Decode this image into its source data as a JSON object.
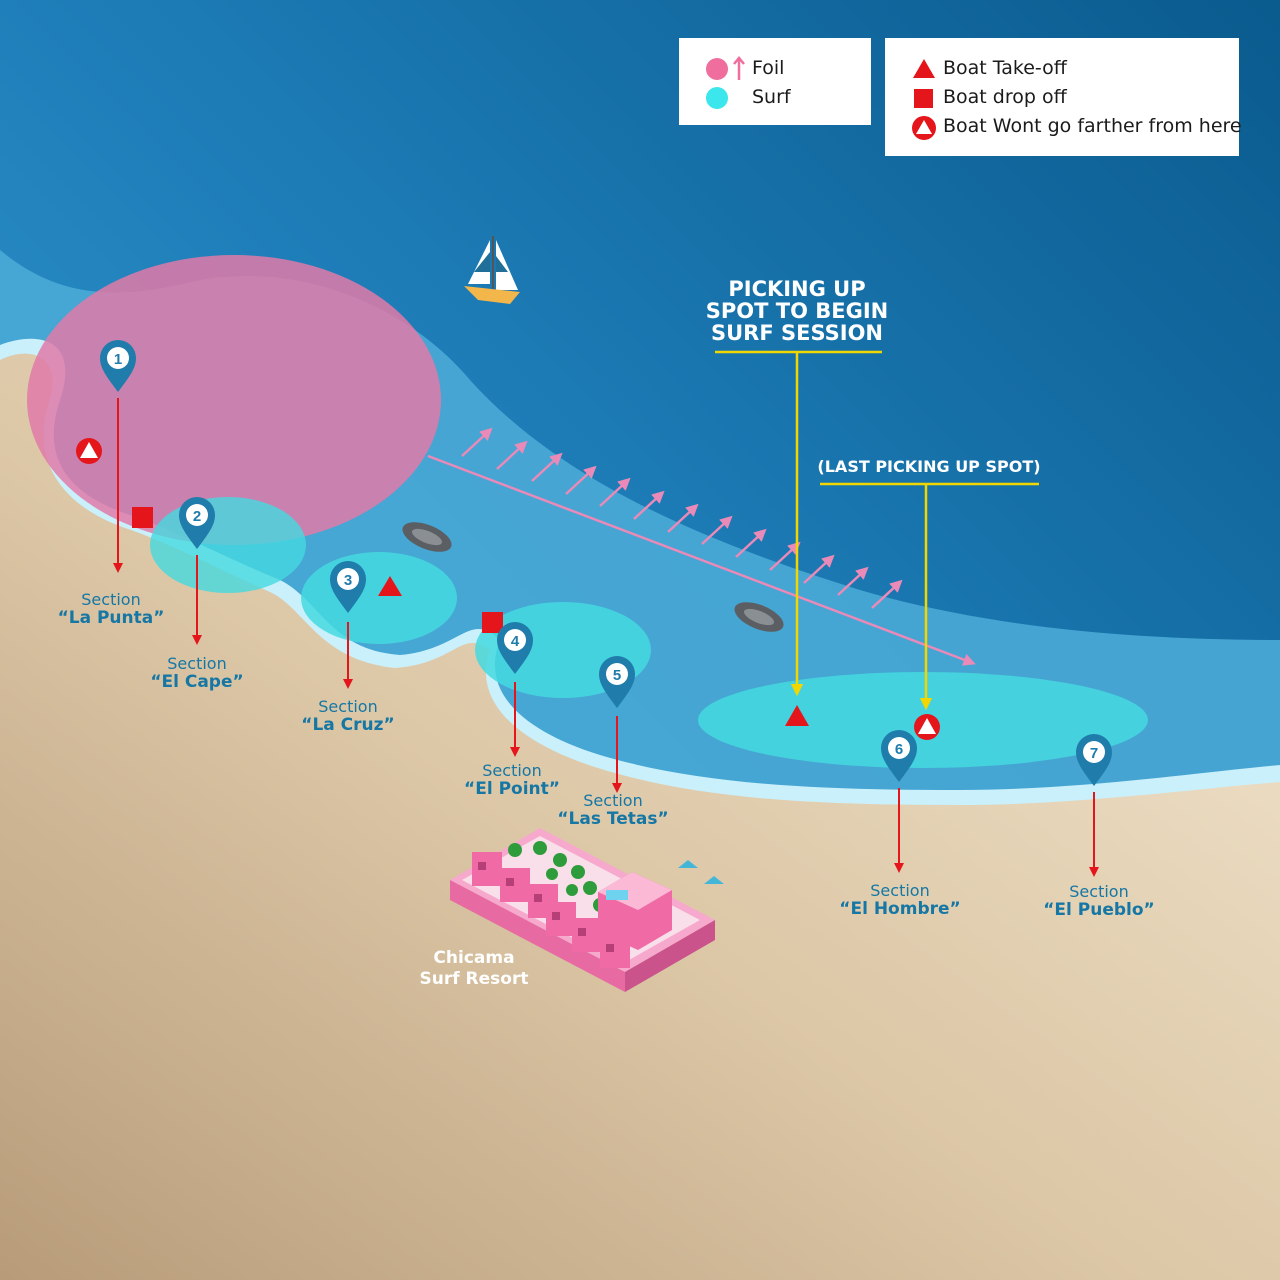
{
  "legend_zones": {
    "foil_label": "Foil",
    "surf_label": "Surf"
  },
  "legend_boat": {
    "takeoff_label": "Boat Take-off",
    "dropoff_label": "Boat drop off",
    "limit_label": "Boat Wont go farther from here"
  },
  "callouts": {
    "pickup_line1": "PICKING UP",
    "pickup_line2": "SPOT TO BEGIN",
    "pickup_line3": "SURF SESSION",
    "last_pickup": "(LAST PICKING UP SPOT)"
  },
  "sections": [
    {
      "number": "1",
      "sub": "Section",
      "name": "“La Punta”"
    },
    {
      "number": "2",
      "sub": "Section",
      "name": "“El Cape”"
    },
    {
      "number": "3",
      "sub": "Section",
      "name": "“La Cruz”"
    },
    {
      "number": "4",
      "sub": "Section",
      "name": "“El Point”"
    },
    {
      "number": "5",
      "sub": "Section",
      "name": "“Las Tetas”"
    },
    {
      "number": "6",
      "sub": "Section",
      "name": "“El Hombre”"
    },
    {
      "number": "7",
      "sub": "Section",
      "name": "“El Pueblo”"
    }
  ],
  "resort": {
    "line1": "Chicama",
    "line2": "Surf Resort"
  },
  "colors": {
    "deep_ocean": "#0c5f93",
    "shallow_water": "#4aaad6",
    "sand": "#ecdcc0",
    "foil_zone": "#e07aa8",
    "surf_zone": "#45d9e0",
    "marker": "#1f7cab",
    "boat_symbol": "#e4161c",
    "callout_line": "#f2d600",
    "resort_pink": "#f06ba6"
  }
}
